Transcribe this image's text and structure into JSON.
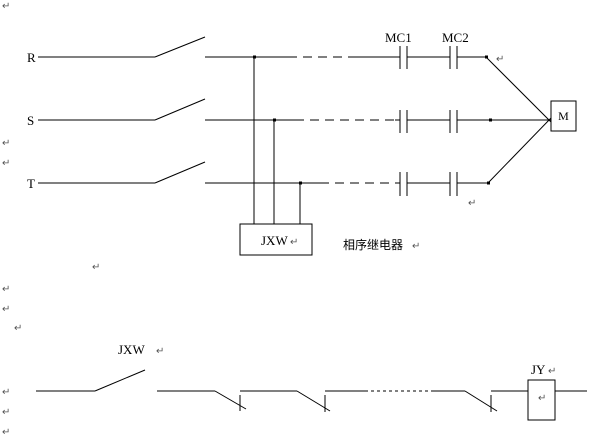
{
  "phases": [
    "R",
    "S",
    "T"
  ],
  "contactors": [
    "MC1",
    "MC2"
  ],
  "motor_label": "M",
  "relay_label": "JXW",
  "relay_caption": "相序继电器",
  "control_switch_label": "JXW",
  "output_relay_label": "JY",
  "para_mark": "↵"
}
